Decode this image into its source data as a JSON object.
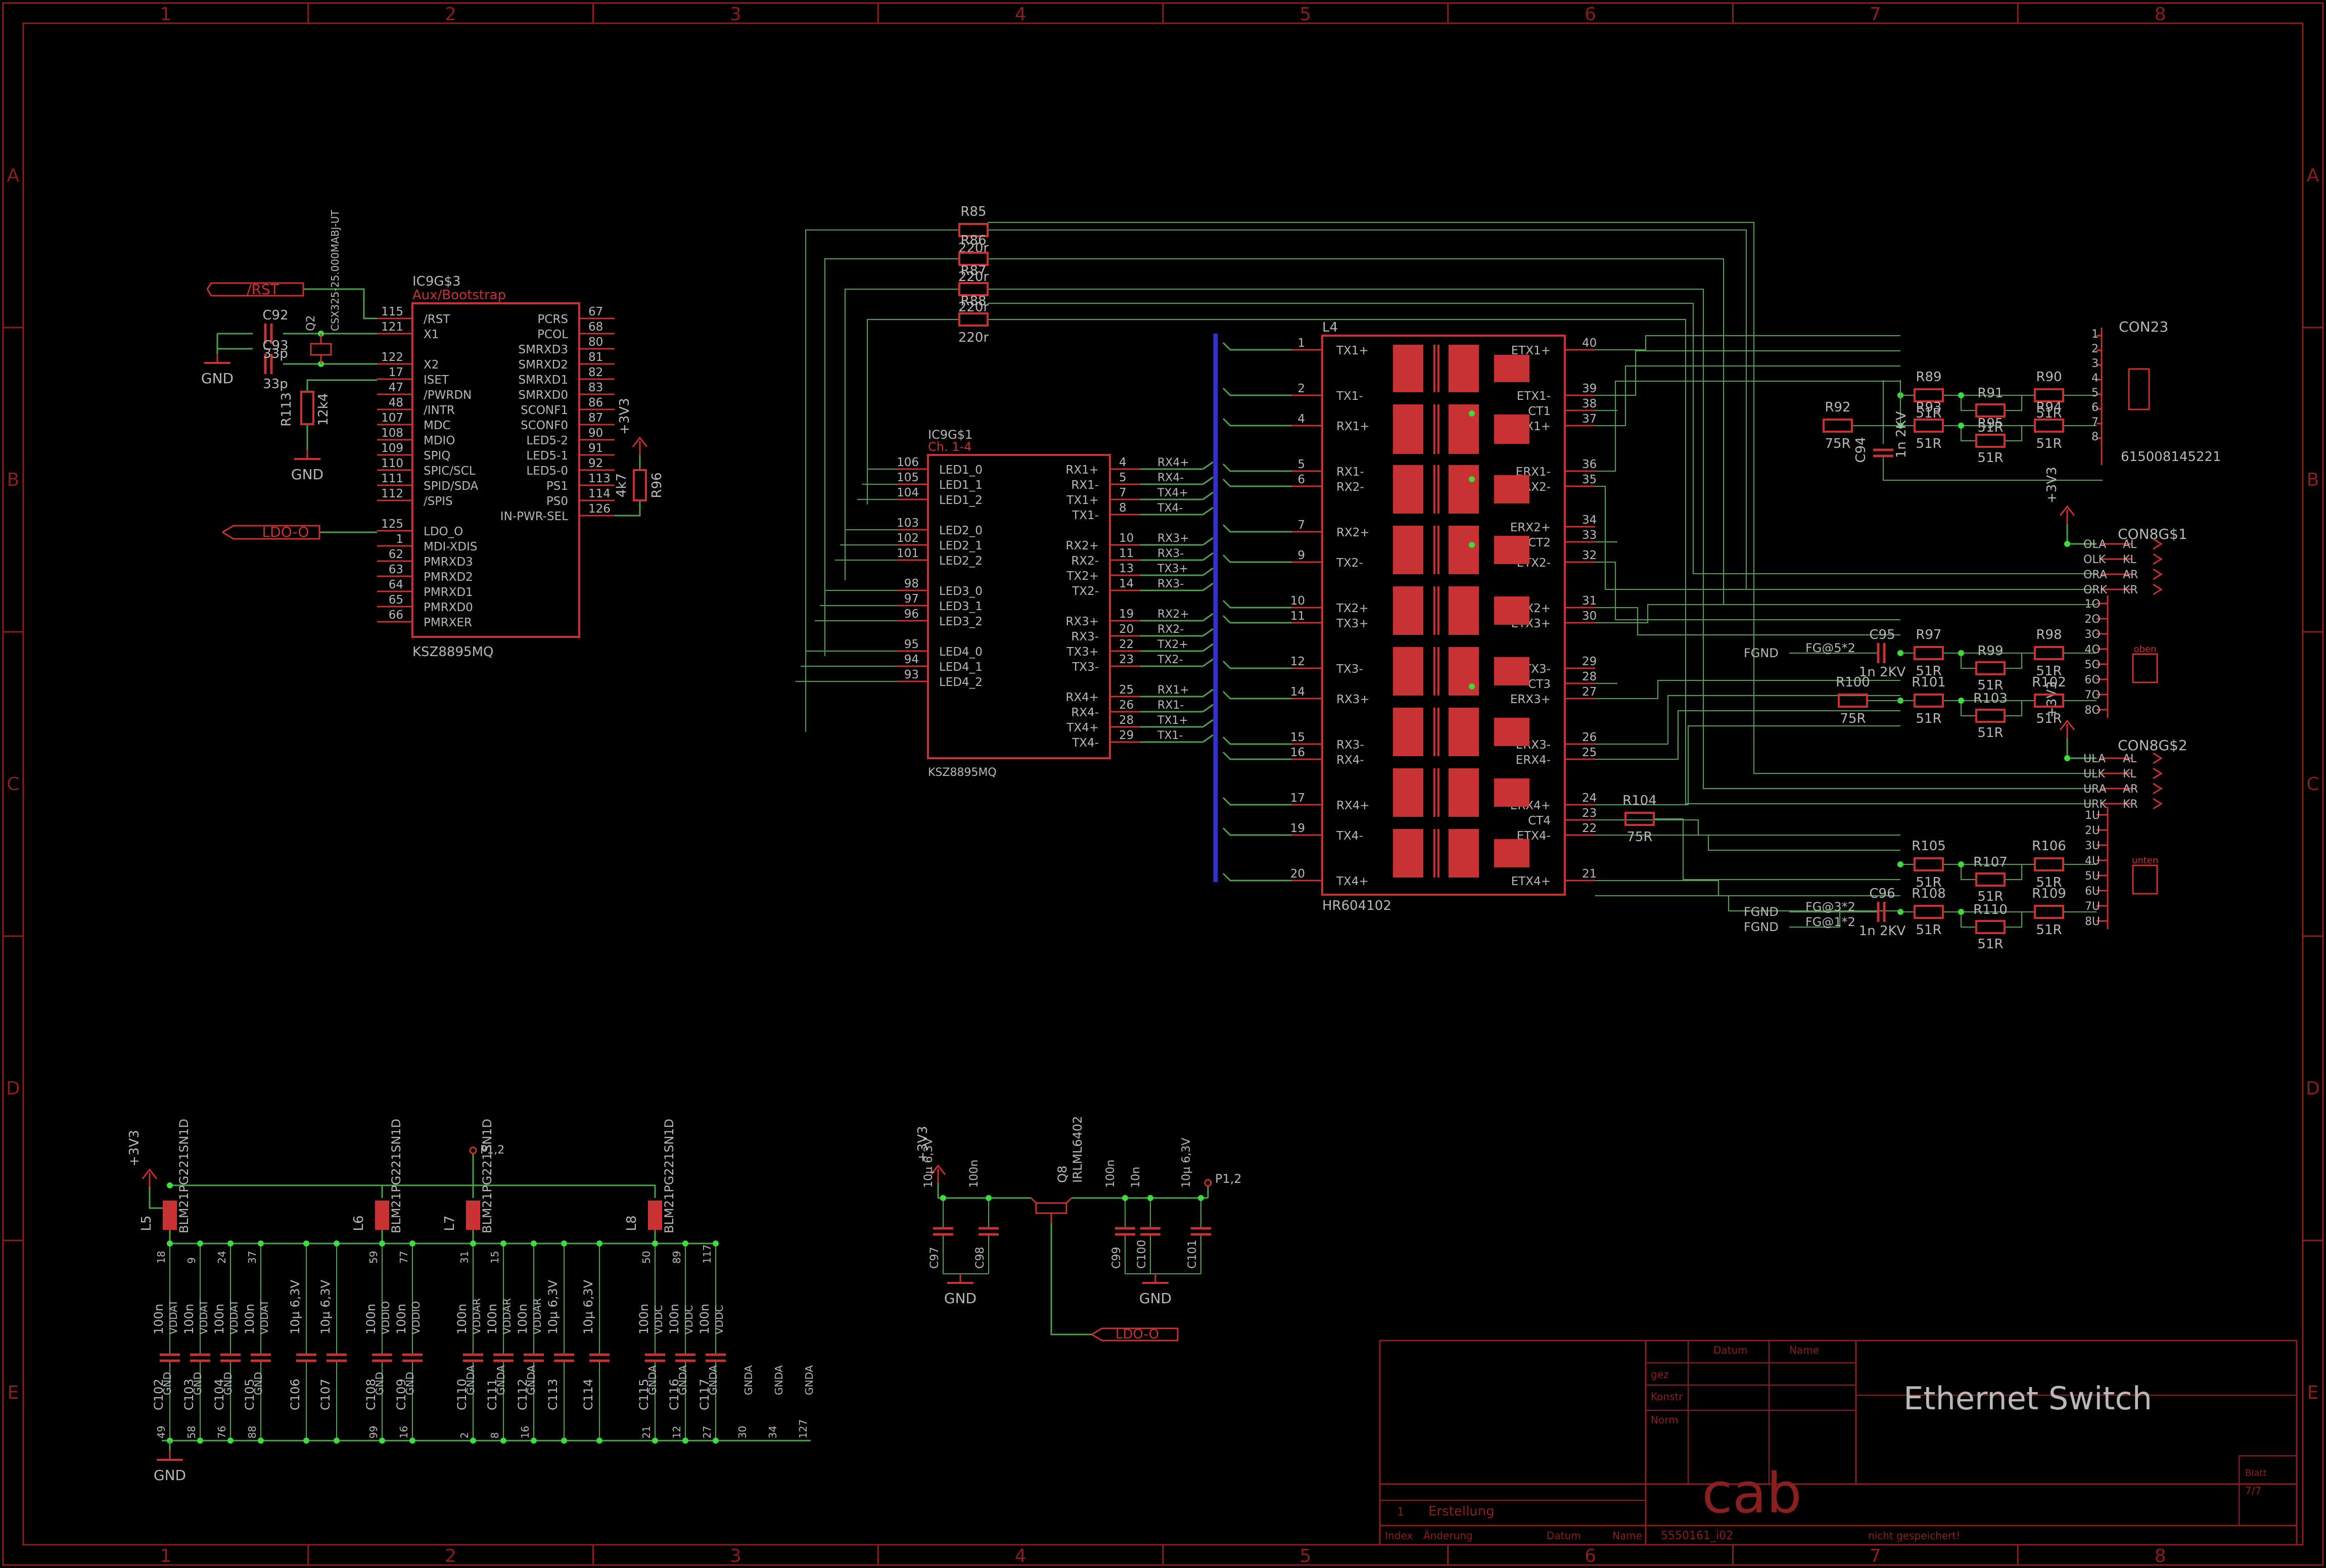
{
  "colors": {
    "background": "#000000",
    "frame": "#8a1f1f",
    "symbol": "#c83232",
    "wire": "#4fa04f",
    "bus": "#3232c8",
    "text": "#b8b8b8",
    "junction": "#3cdc3c"
  },
  "frame": {
    "columns": [
      "1",
      "2",
      "3",
      "4",
      "5",
      "6",
      "7",
      "8"
    ],
    "rows": [
      "A",
      "B",
      "C",
      "D",
      "E"
    ]
  },
  "ic_aux": {
    "name": "IC9G$3",
    "section": "Aux/Bootstrap",
    "value": "KSZ8895MQ",
    "left_pins": [
      {
        "num": "115",
        "name": "/RST"
      },
      {
        "num": "121",
        "name": "X1"
      },
      {
        "num": "",
        "name": ""
      },
      {
        "num": "122",
        "name": "X2"
      },
      {
        "num": "17",
        "name": "ISET"
      },
      {
        "num": "47",
        "name": "/PWRDN"
      },
      {
        "num": "48",
        "name": "/INTR"
      },
      {
        "num": "107",
        "name": "MDC"
      },
      {
        "num": "108",
        "name": "MDIO"
      },
      {
        "num": "109",
        "name": "SPIQ"
      },
      {
        "num": "110",
        "name": "SPIC/SCL"
      },
      {
        "num": "111",
        "name": "SPID/SDA"
      },
      {
        "num": "112",
        "name": "/SPIS"
      },
      {
        "num": "",
        "name": ""
      },
      {
        "num": "125",
        "name": "LDO_O"
      },
      {
        "num": "1",
        "name": "MDI-XDIS"
      },
      {
        "num": "62",
        "name": "PMRXD3"
      },
      {
        "num": "63",
        "name": "PMRXD2"
      },
      {
        "num": "64",
        "name": "PMRXD1"
      },
      {
        "num": "65",
        "name": "PMRXD0"
      },
      {
        "num": "66",
        "name": "PMRXER"
      }
    ],
    "right_pins": [
      {
        "num": "67",
        "name": "PCRS"
      },
      {
        "num": "68",
        "name": "PCOL"
      },
      {
        "num": "80",
        "name": "SMRXD3"
      },
      {
        "num": "81",
        "name": "SMRXD2"
      },
      {
        "num": "82",
        "name": "SMRXD1"
      },
      {
        "num": "83",
        "name": "SMRXD0"
      },
      {
        "num": "86",
        "name": "SCONF1"
      },
      {
        "num": "87",
        "name": "SCONF0"
      },
      {
        "num": "90",
        "name": "LED5-2"
      },
      {
        "num": "91",
        "name": "LED5-1"
      },
      {
        "num": "92",
        "name": "LED5-0"
      },
      {
        "num": "113",
        "name": "PS1"
      },
      {
        "num": "114",
        "name": "PS0"
      },
      {
        "num": "126",
        "name": "IN-PWR-SEL"
      }
    ]
  },
  "aux_parts": {
    "rst_label": "/RST",
    "ldo_label": "LDO-O",
    "c92": "C92",
    "c93": "C93",
    "c33p_a": "33p",
    "c33p_b": "33p",
    "q2": "Q2",
    "q2_value": "CSX325-25.000MABJ-UT",
    "gnd": "GND",
    "r113": "R113",
    "r113_value": "12k4",
    "r96": "R96",
    "r96_value": "4k7",
    "vcc": "+3V3"
  },
  "ic_ports": {
    "name": "IC9G$1",
    "section": "Ch. 1-4",
    "value": "KSZ8895MQ",
    "left_pins": [
      {
        "num": "106",
        "name": "LED1_0"
      },
      {
        "num": "105",
        "name": "LED1_1"
      },
      {
        "num": "104",
        "name": "LED1_2"
      },
      {
        "num": "",
        "name": ""
      },
      {
        "num": "103",
        "name": "LED2_0"
      },
      {
        "num": "102",
        "name": "LED2_1"
      },
      {
        "num": "101",
        "name": "LED2_2"
      },
      {
        "num": "",
        "name": ""
      },
      {
        "num": "98",
        "name": "LED3_0"
      },
      {
        "num": "97",
        "name": "LED3_1"
      },
      {
        "num": "96",
        "name": "LED3_2"
      },
      {
        "num": "",
        "name": ""
      },
      {
        "num": "95",
        "name": "LED4_0"
      },
      {
        "num": "94",
        "name": "LED4_1"
      },
      {
        "num": "93",
        "name": "LED4_2"
      }
    ],
    "right_pins": [
      {
        "num": "4",
        "name": "RX1+",
        "net": "RX4+"
      },
      {
        "num": "5",
        "name": "RX1-",
        "net": "RX4-"
      },
      {
        "num": "7",
        "name": "TX1+",
        "net": "TX4+"
      },
      {
        "num": "8",
        "name": "TX1-",
        "net": "TX4-"
      },
      {
        "num": "10",
        "name": "RX2+",
        "net": "RX3+"
      },
      {
        "num": "11",
        "name": "RX2-",
        "net": "RX3-"
      },
      {
        "num": "13",
        "name": "TX2+",
        "net": "TX3+"
      },
      {
        "num": "14",
        "name": "TX2-",
        "net": "RX3-"
      },
      {
        "num": "19",
        "name": "RX3+",
        "net": "RX2+"
      },
      {
        "num": "20",
        "name": "RX3-",
        "net": "RX2-"
      },
      {
        "num": "22",
        "name": "TX3+",
        "net": "TX2+"
      },
      {
        "num": "23",
        "name": "TX3-",
        "net": "TX2-"
      },
      {
        "num": "25",
        "name": "RX4+",
        "net": "RX1+"
      },
      {
        "num": "26",
        "name": "RX4-",
        "net": "RX1-"
      },
      {
        "num": "28",
        "name": "TX4+",
        "net": "TX1+"
      },
      {
        "num": "29",
        "name": "TX4-",
        "net": "TX1-"
      }
    ]
  },
  "led_resistors": [
    {
      "name": "R85",
      "value": "220r"
    },
    {
      "name": "R86",
      "value": "220r"
    },
    {
      "name": "R87",
      "value": "220r"
    },
    {
      "name": "R88",
      "value": "220r"
    }
  ],
  "transformer": {
    "name": "L4",
    "value": "HR604102",
    "left_pins": [
      {
        "num": "1",
        "name": "TX1+"
      },
      {
        "num": "2",
        "name": "TX1-"
      },
      {
        "num": "4",
        "name": "RX1+"
      },
      {
        "num": "5",
        "name": "RX1-"
      },
      {
        "num": "6",
        "name": "RX2-"
      },
      {
        "num": "7",
        "name": "RX2+"
      },
      {
        "num": "9",
        "name": "TX2-"
      },
      {
        "num": "10",
        "name": "TX2+"
      },
      {
        "num": "11",
        "name": "TX3+"
      },
      {
        "num": "12",
        "name": "TX3-"
      },
      {
        "num": "14",
        "name": "RX3+"
      },
      {
        "num": "15",
        "name": "RX3-"
      },
      {
        "num": "16",
        "name": "RX4-"
      },
      {
        "num": "17",
        "name": "RX4+"
      },
      {
        "num": "19",
        "name": "TX4-"
      },
      {
        "num": "20",
        "name": "TX4+"
      }
    ],
    "right_pins": [
      {
        "num": "40",
        "name": "ETX1+"
      },
      {
        "num": "39",
        "name": "ETX1-"
      },
      {
        "num": "38",
        "name": "CT1"
      },
      {
        "num": "37",
        "name": "ERX1+"
      },
      {
        "num": "36",
        "name": "ERX1-"
      },
      {
        "num": "35",
        "name": "ERX2-"
      },
      {
        "num": "34",
        "name": "ERX2+"
      },
      {
        "num": "33",
        "name": "CT2"
      },
      {
        "num": "32",
        "name": "ETX2-"
      },
      {
        "num": "31",
        "name": "ETX2+"
      },
      {
        "num": "30",
        "name": "ETX3+"
      },
      {
        "num": "29",
        "name": "ETX3-"
      },
      {
        "num": "28",
        "name": "CT3"
      },
      {
        "num": "27",
        "name": "ERX3+"
      },
      {
        "num": "26",
        "name": "ERX3-"
      },
      {
        "num": "25",
        "name": "ERX4-"
      },
      {
        "num": "24",
        "name": "ERX4+"
      },
      {
        "num": "23",
        "name": "CT4"
      },
      {
        "num": "22",
        "name": "ETX4-"
      },
      {
        "num": "21",
        "name": "ETX4+"
      }
    ]
  },
  "con23": {
    "name": "CON23",
    "part": "615008145221",
    "pins": [
      "1",
      "2",
      "3",
      "4",
      "5",
      "6",
      "7",
      "8"
    ]
  },
  "termination_top": [
    {
      "name": "R89",
      "value": "51R"
    },
    {
      "name": "R91",
      "value": "51R"
    },
    {
      "name": "R90",
      "value": "51R"
    },
    {
      "name": "R93",
      "value": "51R"
    },
    {
      "name": "R95",
      "value": "51R"
    },
    {
      "name": "R94",
      "value": "51R"
    },
    {
      "name": "R92",
      "value": "75R"
    },
    {
      "name": "C94",
      "value": "1n 2KV"
    }
  ],
  "con8_1": {
    "name": "CON8G$1",
    "vcc": "+3V3",
    "led_pins": [
      "OLA",
      "OLK",
      "ORA",
      "ORK"
    ],
    "led_labels": [
      "AL",
      "KL",
      "AR",
      "KR"
    ],
    "port_pins": [
      "1O",
      "2O",
      "3O",
      "4O",
      "5O",
      "6O",
      "7O",
      "8O"
    ],
    "tag": "oben"
  },
  "con8_2": {
    "name": "CON8G$2",
    "vcc": "+3V3",
    "led_pins": [
      "ULA",
      "ULK",
      "URA",
      "URK"
    ],
    "led_labels": [
      "AL",
      "KL",
      "AR",
      "KR"
    ],
    "port_pins": [
      "1U",
      "2U",
      "3U",
      "4U",
      "5U",
      "6U",
      "7U",
      "8U"
    ],
    "tag": "unten"
  },
  "termination_mid": [
    {
      "name": "R97",
      "value": "51R"
    },
    {
      "name": "R99",
      "value": "51R"
    },
    {
      "name": "R98",
      "value": "51R"
    },
    {
      "name": "R101",
      "value": "51R"
    },
    {
      "name": "R103",
      "value": "51R"
    },
    {
      "name": "R102",
      "value": "51R"
    },
    {
      "name": "R100",
      "value": "75R"
    },
    {
      "name": "C95",
      "value": "1n 2KV"
    }
  ],
  "termination_bot": [
    {
      "name": "R105",
      "value": "51R"
    },
    {
      "name": "R107",
      "value": "51R"
    },
    {
      "name": "R106",
      "value": "51R"
    },
    {
      "name": "R108",
      "value": "51R"
    },
    {
      "name": "R110",
      "value": "51R"
    },
    {
      "name": "R109",
      "value": "51R"
    },
    {
      "name": "R104",
      "value": "75R"
    },
    {
      "name": "C96",
      "value": "1n 2KV"
    }
  ],
  "fgnd_labels": {
    "fgnd": "FGND",
    "fg5": "FG@5*2",
    "fg3": "FG@3*2",
    "fg1": "FG@1*2"
  },
  "power_section": {
    "vcc": "+3V3",
    "gnd": "GND",
    "inductor_value": "BLM21PG221SN1D",
    "inductors": [
      "L5",
      "L6",
      "L7",
      "L8"
    ],
    "l7_pad": "P1,2",
    "caps": [
      {
        "name": "C102",
        "value": "100n",
        "net": "VDDAT"
      },
      {
        "name": "C103",
        "value": "100n",
        "net": "VDDAT"
      },
      {
        "name": "C104",
        "value": "100n",
        "net": "VDDAT"
      },
      {
        "name": "C105",
        "value": "100n",
        "net": "VDDAT"
      },
      {
        "name": "C106",
        "value": "10µ 6,3V",
        "net": ""
      },
      {
        "name": "C107",
        "value": "10µ 6,3V",
        "net": ""
      },
      {
        "name": "C108",
        "value": "100n",
        "net": "VDDIO"
      },
      {
        "name": "C109",
        "value": "100n",
        "net": "VDDIO"
      },
      {
        "name": "C110",
        "value": "100n",
        "net": "VDDAR"
      },
      {
        "name": "C111",
        "value": "100n",
        "net": "VDDAR"
      },
      {
        "name": "C112",
        "value": "100n",
        "net": "VDDAR"
      },
      {
        "name": "C113",
        "value": "10µ 6,3V",
        "net": ""
      },
      {
        "name": "C114",
        "value": "10µ 6,3V",
        "net": ""
      },
      {
        "name": "C115",
        "value": "100n",
        "net": "VDDC"
      },
      {
        "name": "C116",
        "value": "100n",
        "net": "VDDC"
      },
      {
        "name": "C117",
        "value": "100n",
        "net": "VDDC"
      }
    ],
    "top_pins": [
      "18",
      "9",
      "24",
      "37",
      "59",
      "77",
      "31",
      "15",
      "50",
      "89",
      "117"
    ],
    "bottom_pins": [
      "49",
      "58",
      "76",
      "88",
      "99",
      "16",
      "2",
      "8",
      "16",
      "21",
      "12",
      "27",
      "30",
      "34",
      "127"
    ],
    "gnd_nets": [
      "GND",
      "GND",
      "GND",
      "GND",
      "GND",
      "GND",
      "GNDA",
      "GNDA",
      "GNDA",
      "GNDA",
      "GNDA",
      "GNDA",
      "GNDA",
      "GNDA",
      "GNDA"
    ]
  },
  "ldo_section": {
    "vcc": "+3V3",
    "gnd": "GND",
    "q": "Q8",
    "q_value": "IRLML6402",
    "ldo_label": "LDO-O",
    "pad": "P1,2",
    "caps": [
      {
        "name": "C97",
        "value": "10µ 6,3V"
      },
      {
        "name": "C98",
        "value": "100n"
      },
      {
        "name": "C99",
        "value": "100n"
      },
      {
        "name": "C100",
        "value": "10n"
      },
      {
        "name": "C101",
        "value": "10µ 6,3V"
      }
    ]
  },
  "title_block": {
    "title": "Ethernet Switch",
    "logo": "cab",
    "gez": "gez",
    "konstr": "Konstr",
    "norm": "Norm",
    "datum": "Datum",
    "name_col": "Name",
    "index": "Index",
    "aenderung": "Änderung",
    "datum2": "Datum",
    "name2": "Name",
    "drawing_no": "5550161_i02",
    "status": "nicht gespeichert!",
    "rev": "1",
    "rev_text": "Erstellung",
    "blatt": "Blatt",
    "sheet": "7/7"
  }
}
